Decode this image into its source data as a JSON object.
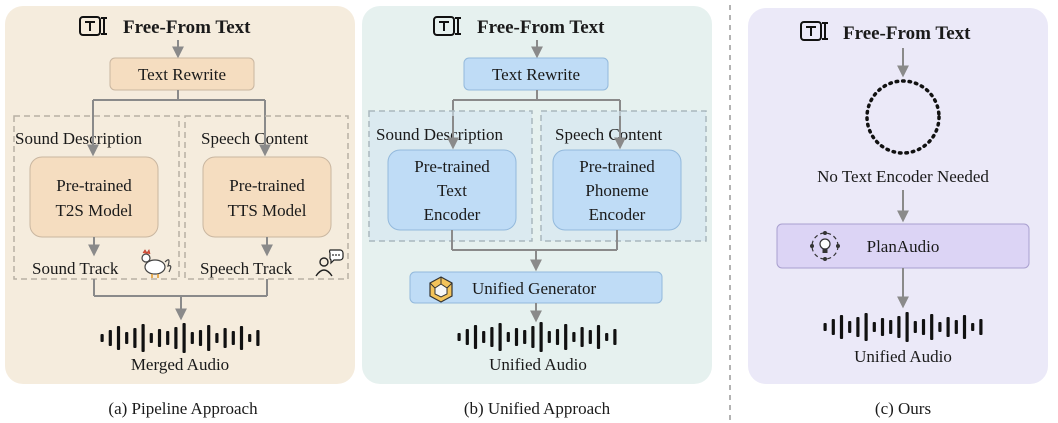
{
  "panels": {
    "a": {
      "header": "Free-From Text",
      "rewrite": "Text Rewrite",
      "branch_left_label": "Sound Description",
      "branch_right_label": "Speech Content",
      "left_model": [
        "Pre-trained",
        "T2S Model"
      ],
      "right_model": [
        "Pre-trained",
        "TTS Model"
      ],
      "left_track": "Sound Track",
      "right_track": "Speech Track",
      "output": "Merged Audio",
      "caption": "(a) Pipeline Approach"
    },
    "b": {
      "header": "Free-From Text",
      "rewrite": "Text Rewrite",
      "branch_left_label": "Sound Description",
      "branch_right_label": "Speech Content",
      "left_encoder": [
        "Pre-trained",
        "Text",
        "Encoder"
      ],
      "right_encoder": [
        "Pre-trained",
        "Phoneme",
        "Encoder"
      ],
      "generator": "Unified Generator",
      "output": "Unified Audio",
      "caption": "(b) Unified Approach"
    },
    "c": {
      "header": "Free-From Text",
      "no_encoder": "No Text Encoder Needed",
      "model": "PlanAudio",
      "output": "Unified Audio",
      "caption": "(c) Ours"
    }
  },
  "colors": {
    "panel_a_bg": "#f5ecdd",
    "panel_b_bg": "#e6f1ef",
    "panel_c_bg": "#ebe9f8",
    "box_a_fill": "#f5ddc0",
    "box_b_fill": "#bfdcf6",
    "box_c_fill": "#dcd4f5",
    "arrow": "#8a8a8a"
  },
  "icons": [
    "text-cursor-icon",
    "rooster-icon",
    "speaker-person-icon",
    "generator-cube-icon",
    "planning-bulb-icon",
    "waveform-icon"
  ]
}
